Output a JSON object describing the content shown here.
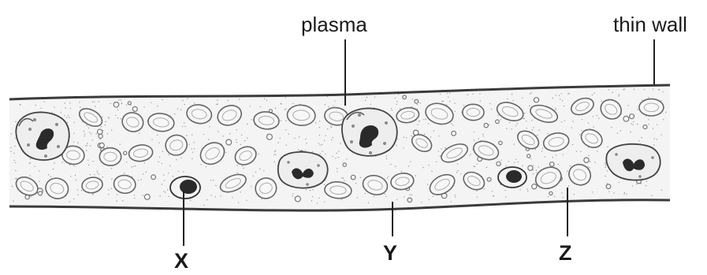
{
  "labels": {
    "plasma": "plasma",
    "thin_wall": "thin wall",
    "x": "X",
    "y": "Y",
    "z": "Z"
  }
}
